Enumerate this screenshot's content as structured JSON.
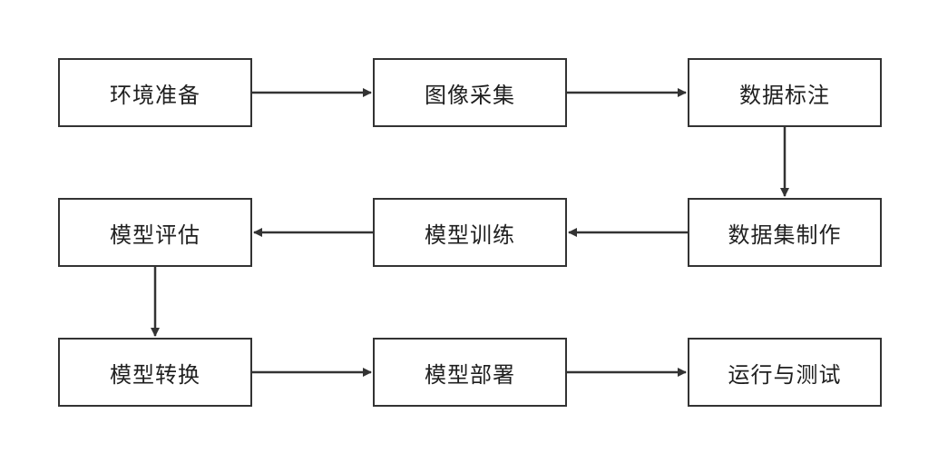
{
  "diagram": {
    "type": "flowchart",
    "nodes": [
      {
        "id": "n1",
        "label": "环境准备"
      },
      {
        "id": "n2",
        "label": "图像采集"
      },
      {
        "id": "n3",
        "label": "数据标注"
      },
      {
        "id": "n4",
        "label": "模型评估"
      },
      {
        "id": "n5",
        "label": "模型训练"
      },
      {
        "id": "n6",
        "label": "数据集制作"
      },
      {
        "id": "n7",
        "label": "模型转换"
      },
      {
        "id": "n8",
        "label": "模型部署"
      },
      {
        "id": "n9",
        "label": "运行与测试"
      }
    ],
    "edges": [
      {
        "from": "n1",
        "to": "n2"
      },
      {
        "from": "n2",
        "to": "n3"
      },
      {
        "from": "n3",
        "to": "n6"
      },
      {
        "from": "n6",
        "to": "n5"
      },
      {
        "from": "n5",
        "to": "n4"
      },
      {
        "from": "n4",
        "to": "n7"
      },
      {
        "from": "n7",
        "to": "n8"
      },
      {
        "from": "n8",
        "to": "n9"
      }
    ],
    "colors": {
      "stroke": "#333333",
      "text": "#1f1f1f",
      "background": "#ffffff"
    }
  }
}
